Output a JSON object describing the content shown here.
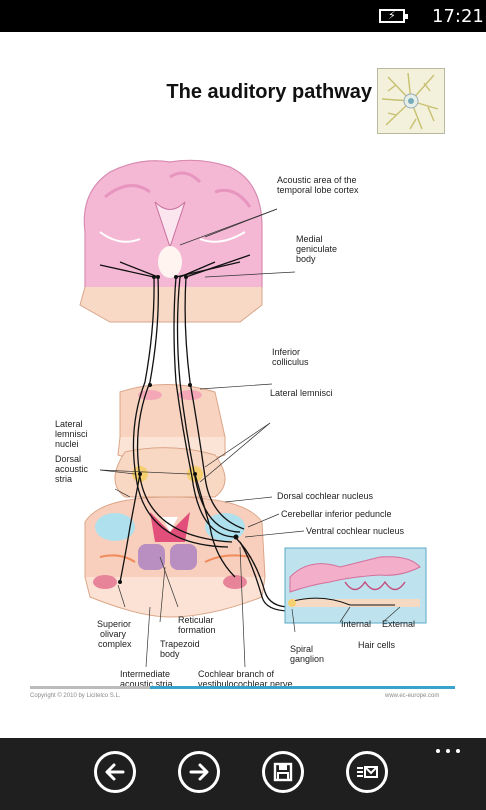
{
  "status_bar": {
    "time": "17:21",
    "battery_icon": "battery-charging-icon"
  },
  "document": {
    "title": "The auditory pathway",
    "copyright": "Copyright © 2010 by Licitelco S.L.",
    "website": "www.ec-europe.com"
  },
  "diagram_labels": {
    "acoustic_area": "Acoustic area of the",
    "acoustic_area_2": "temporal lobe cortex",
    "medial_1": "Medial",
    "medial_2": "geniculate",
    "medial_3": "body",
    "inferior_1": "Inferior",
    "inferior_2": "colliculus",
    "lat_lemnisci_right": "Lateral lemnisci",
    "lat_lem_nuc_1": "Lateral",
    "lat_lem_nuc_2": "lemnisci",
    "lat_lem_nuc_3": "nuclei",
    "dorsal_stria_1": "Dorsal",
    "dorsal_stria_2": "acoustic",
    "dorsal_stria_3": "stria",
    "dorsal_cochlear": "Dorsal cochlear nucleus",
    "cerebellar": "Cerebellar inferior peduncle",
    "ventral_cochlear": "Ventral cochlear nucleus",
    "internal": "Internal",
    "external": "External",
    "hair_cells": "Hair cells",
    "spiral_1": "Spiral",
    "spiral_2": "ganglion",
    "superior_1": "Superior",
    "superior_2": "olivary",
    "superior_3": "complex",
    "reticular_1": "Reticular",
    "reticular_2": "formation",
    "trapezoid_1": "Trapezoid",
    "trapezoid_2": "body",
    "intermediate_1": "Intermediate",
    "intermediate_2": "acoustic stria",
    "cochlear_branch_1": "Cochlear branch of",
    "cochlear_branch_2": "vestibulocochlear nerve"
  },
  "app_bar": {
    "buttons": [
      {
        "icon": "back-arrow-icon"
      },
      {
        "icon": "forward-arrow-icon"
      },
      {
        "icon": "save-icon"
      },
      {
        "icon": "share-email-icon"
      }
    ],
    "more_icon": "more-dots-icon"
  }
}
